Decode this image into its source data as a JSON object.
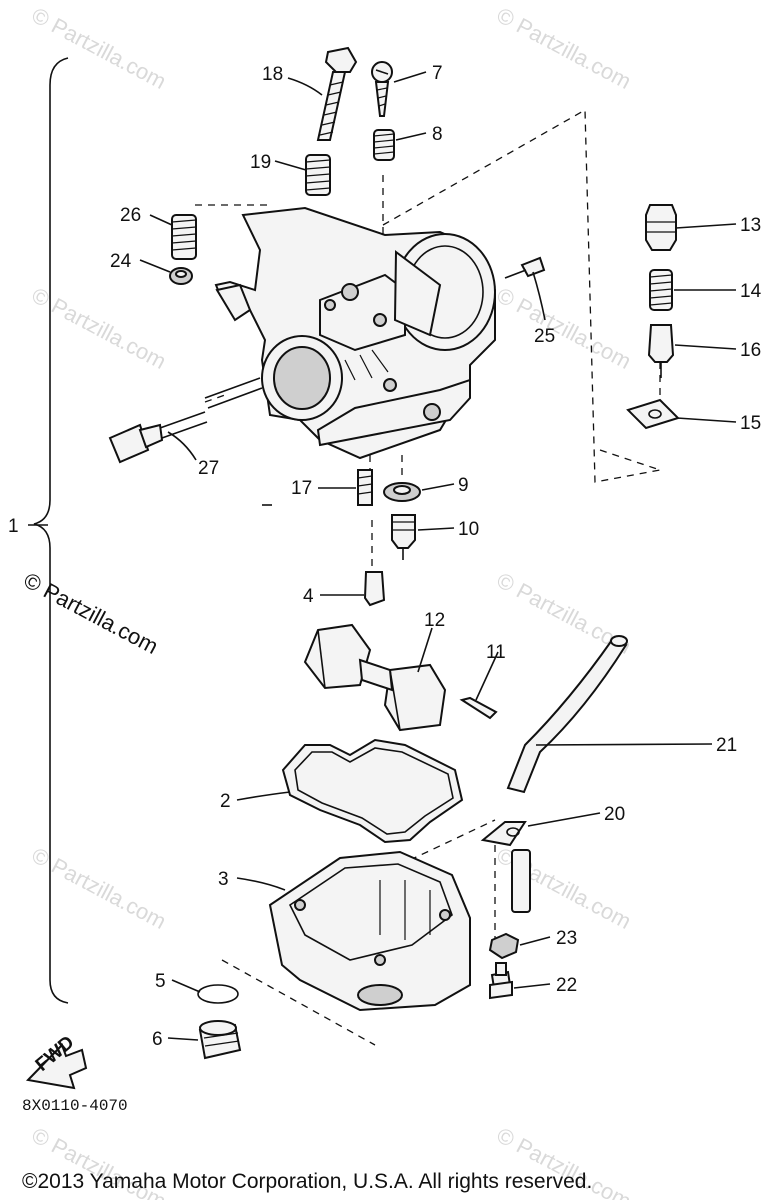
{
  "watermark": {
    "text": "© Partzilla.com"
  },
  "callouts": {
    "c1": "1",
    "c2": "2",
    "c3": "3",
    "c4": "4",
    "c5": "5",
    "c6": "6",
    "c7": "7",
    "c8": "8",
    "c9": "9",
    "c10": "10",
    "c11": "11",
    "c12": "12",
    "c13": "13",
    "c14": "14",
    "c15": "15",
    "c16": "16",
    "c17": "17",
    "c18": "18",
    "c19": "19",
    "c20": "20",
    "c21": "21",
    "c22": "22",
    "c23": "23",
    "c24": "24",
    "c25": "25",
    "c26": "26",
    "c27": "27"
  },
  "fwd_label": "FWD",
  "diagram_code": "8X0110-4070",
  "copyright": "©2013  Yamaha Motor Corporation, U.S.A. All rights reserved."
}
